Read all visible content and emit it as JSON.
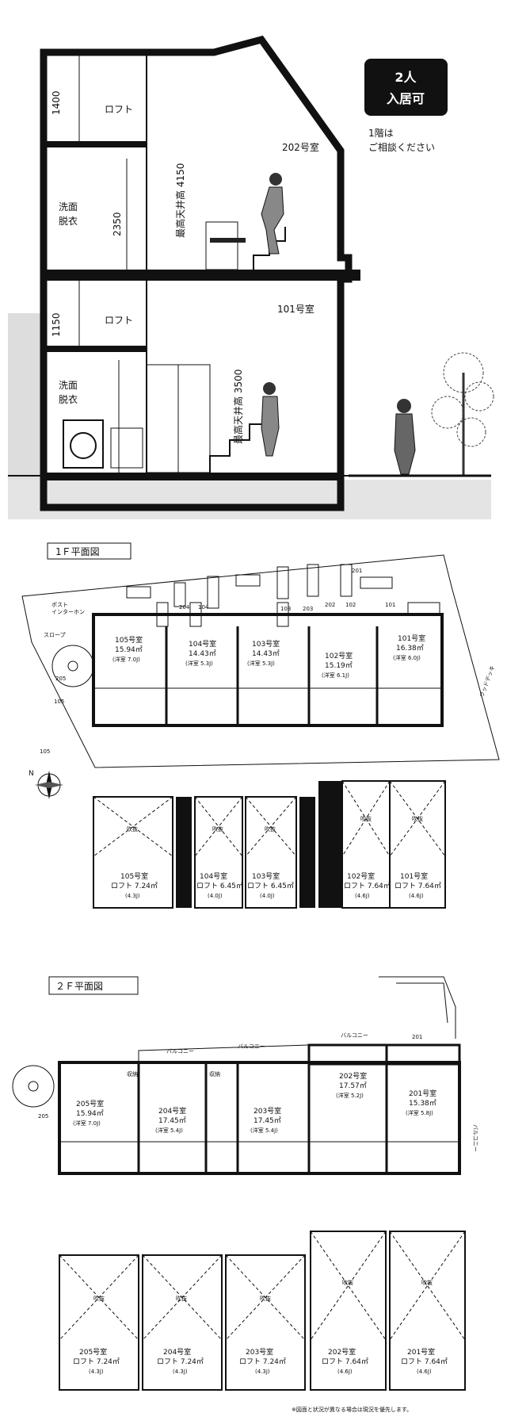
{
  "section": {
    "dim_loft_2f": "1400",
    "label_loft_2f": "ロフト",
    "dim_ceiling_2f": "最高天井高 4150",
    "label_room_202": "202号室",
    "label_wash_2f_a": "洗面",
    "label_wash_2f_b": "脱衣",
    "dim_wash_2f": "2350",
    "dim_loft_1f": "1150",
    "label_loft_1f": "ロフト",
    "label_room_101": "101号室",
    "label_wash_1f_a": "洗面",
    "label_wash_1f_b": "脱衣",
    "dim_ceiling_1f": "最高天井高 3500",
    "badge_line1": "2人",
    "badge_line2": "入居可",
    "note_line1": "1階は",
    "note_line2": "ご相談ください"
  },
  "floor1": {
    "title": "1Ｆ平面図",
    "posting": "ポスト",
    "intercom": "インターホン",
    "slope": "スロープ",
    "wood_deck": "ウッドデッキ",
    "entrances": [
      "204",
      "104",
      "103",
      "203",
      "202",
      "102",
      "101",
      "201"
    ],
    "side_labels": [
      "205",
      "105",
      "105"
    ],
    "rooms": [
      {
        "name": "105号室",
        "area": "15.94㎡",
        "detail": "(洋室 7.0J)"
      },
      {
        "name": "104号室",
        "area": "14.43㎡",
        "detail": "(洋室 5.3J)"
      },
      {
        "name": "103号室",
        "area": "14.43㎡",
        "detail": "(洋室 5.3J)"
      },
      {
        "name": "102号室",
        "area": "15.19㎡",
        "detail": "(洋室 6.1J)"
      },
      {
        "name": "101号室",
        "area": "16.38㎡",
        "detail": "(洋室 6.0J)"
      }
    ],
    "lofts": [
      {
        "name": "105号室",
        "area": "ロフト 7.24㎡",
        "detail": "(4.3J)"
      },
      {
        "name": "104号室",
        "area": "ロフト 6.45㎡",
        "detail": "(4.0J)"
      },
      {
        "name": "103号室",
        "area": "ロフト 6.45㎡",
        "detail": "(4.0J)"
      },
      {
        "name": "102号室",
        "area": "ロフト 7.64㎡",
        "detail": "(4.6J)"
      },
      {
        "name": "101号室",
        "area": "ロフト 7.64㎡",
        "detail": "(4.6J)"
      }
    ],
    "void": "吹抜"
  },
  "floor2": {
    "title": "２Ｆ平面図",
    "balcony": "バルコニー",
    "storage": "収納",
    "label_201": "201",
    "label_205": "205",
    "rooms": [
      {
        "name": "205号室",
        "area": "15.94㎡",
        "detail": "(洋室 7.0J)"
      },
      {
        "name": "204号室",
        "area": "17.45㎡",
        "detail": "(洋室 5.4J)"
      },
      {
        "name": "203号室",
        "area": "17.45㎡",
        "detail": "(洋室 5.4J)"
      },
      {
        "name": "202号室",
        "area": "17.57㎡",
        "detail": "(洋室 5.2J)"
      },
      {
        "name": "201号室",
        "area": "15.38㎡",
        "detail": "(洋室 5.8J)"
      }
    ],
    "lofts": [
      {
        "name": "205号室",
        "area": "ロフト 7.24㎡",
        "detail": "(4.3J)"
      },
      {
        "name": "204号室",
        "area": "ロフト 7.24㎡",
        "detail": "(4.3J)"
      },
      {
        "name": "203号室",
        "area": "ロフト 7.24㎡",
        "detail": "(4.3J)"
      },
      {
        "name": "202号室",
        "area": "ロフト 7.64㎡",
        "detail": "(4.6J)"
      },
      {
        "name": "201号室",
        "area": "ロフト 7.64㎡",
        "detail": "(4.6J)"
      }
    ],
    "void": "吹抜"
  },
  "footnote": "※図面と状況が異なる場合は現況を優先します。"
}
